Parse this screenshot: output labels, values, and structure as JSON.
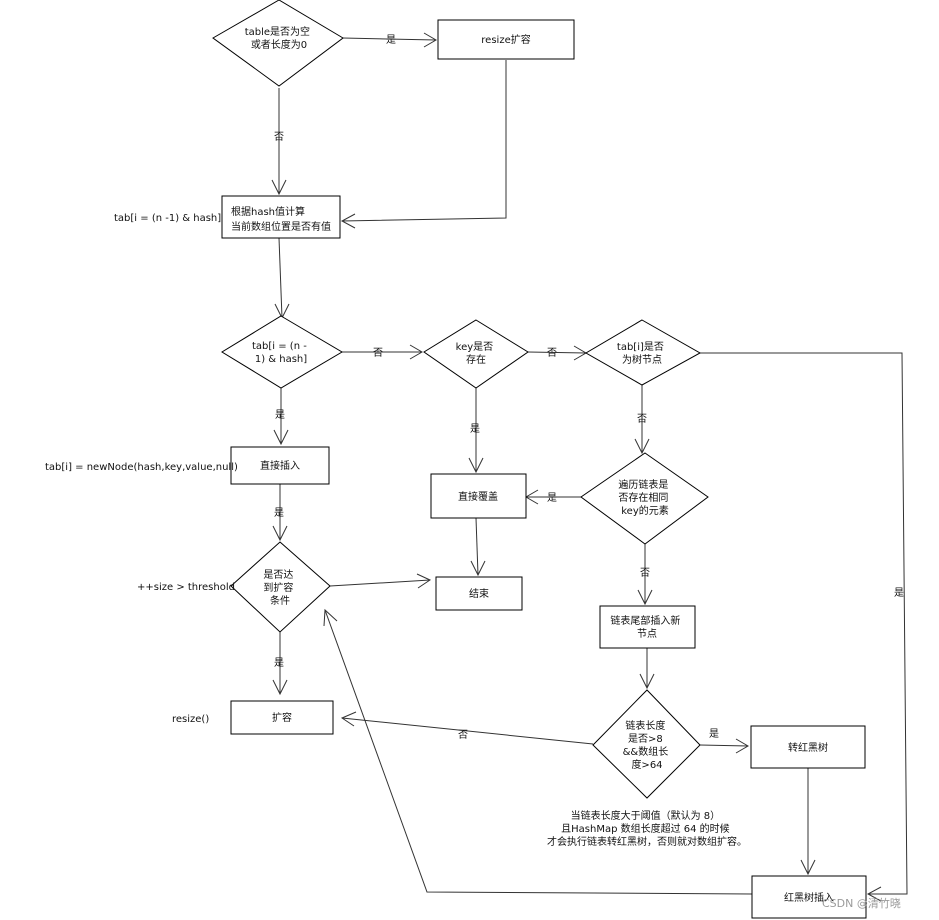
{
  "nodes": {
    "table_empty": [
      "table是否为空",
      "或者长度为0"
    ],
    "resize_box": [
      "resize扩容"
    ],
    "resize_title": "扩容",
    "compute_index": [
      "根据hash值计算",
      "当前数组位置是否有值"
    ],
    "tab_hash": [
      "tab[i = (n -",
      "1) & hash]"
    ],
    "key_exists": [
      "key是否",
      "存在"
    ],
    "tree_node": [
      "tab[i]是否",
      "为树节点"
    ],
    "direct_insert": [
      "直接插入"
    ],
    "direct_cover": [
      "直接覆盖"
    ],
    "traverse": [
      "遍历链表是",
      "否存在相同",
      "key的元素"
    ],
    "threshold": [
      "是否达",
      "到扩容",
      "条件"
    ],
    "end": [
      "结束"
    ],
    "tail_insert": [
      "链表尾部插入新",
      "节点"
    ],
    "expand": [
      "扩容"
    ],
    "list_length": [
      "链表长度",
      "是否>8",
      "&&数组长",
      "度>64"
    ],
    "to_rbtree": [
      "转红黑树"
    ],
    "rbtree_insert": [
      "红黑树插入"
    ]
  },
  "side_labels": {
    "tab_index": "tab[i = (n -1) & hash]",
    "new_node": "tab[i] = newNode(hash,key,value,null)",
    "size_threshold": "++size > threshold",
    "resize_call": "resize()"
  },
  "edge_labels": {
    "yes": "是",
    "no": "否"
  },
  "note": [
    "当链表长度大于阈值（默认为 8）",
    "且HashMap 数组长度超过 64 的时候",
    "才会执行链表转红黑树，否则就对数组扩容。"
  ],
  "watermark": "CSDN @清竹晓"
}
